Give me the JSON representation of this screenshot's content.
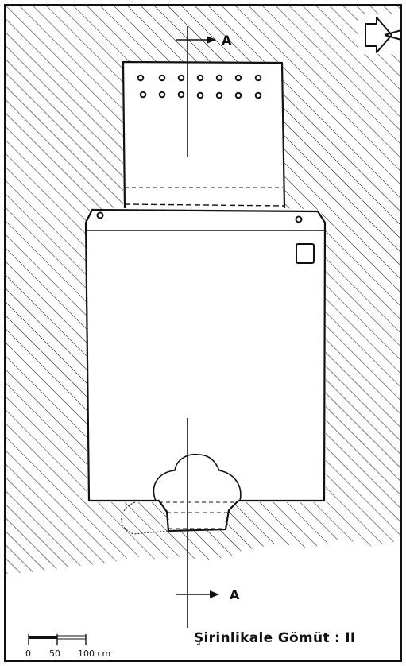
{
  "drawing": {
    "title": "Şirinlikale Gömüt : II",
    "section_marker_top": "A",
    "section_marker_bottom": "A",
    "scale_bar": {
      "labels": [
        "0",
        "50",
        "100 cm"
      ]
    },
    "colors": {
      "ink": "#111111",
      "paper": "#ffffff"
    },
    "icons": [
      "north-arrow-icon",
      "section-arrow-icon"
    ]
  }
}
